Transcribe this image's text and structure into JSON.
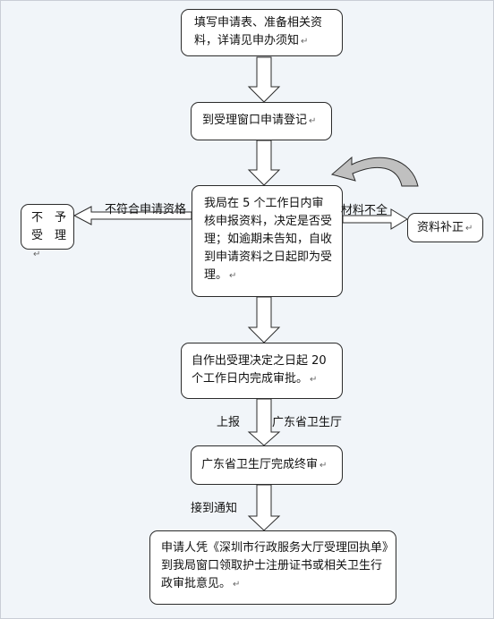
{
  "boxes": {
    "fill_form": {
      "text": "填写申请表、准备相关资料，详请见申办须知"
    },
    "register": {
      "text": "到受理窗口申请登记"
    },
    "review": {
      "text": "我局在 5 个工作日内审核申报资料，决定是否受理；如逾期未告知，自收到申请资料之日起即为受理。"
    },
    "reject": {
      "line1": "不　予",
      "line2": "受　理"
    },
    "supplement": {
      "text": "资料补正"
    },
    "approve": {
      "text": "自作出受理决定之日起 20 个工作日内完成审批。"
    },
    "final": {
      "text": "广东省卫生厅完成终审"
    },
    "collect": {
      "text": "申请人凭《深圳市行政服务大厅受理回执单》到我局窗口领取护士注册证书或相关卫生行政审批意见。"
    }
  },
  "labels": {
    "not_qualified": "不符合申请资格",
    "incomplete": "材料不全",
    "report": "上报",
    "province": "广东省卫生厅",
    "notified": "接到通知"
  },
  "paragraph_mark": "↵",
  "colors": {
    "arrow_fill": "#ffffff",
    "curve_fill": "#c0c0c0",
    "stroke": "#2b2b2b"
  }
}
